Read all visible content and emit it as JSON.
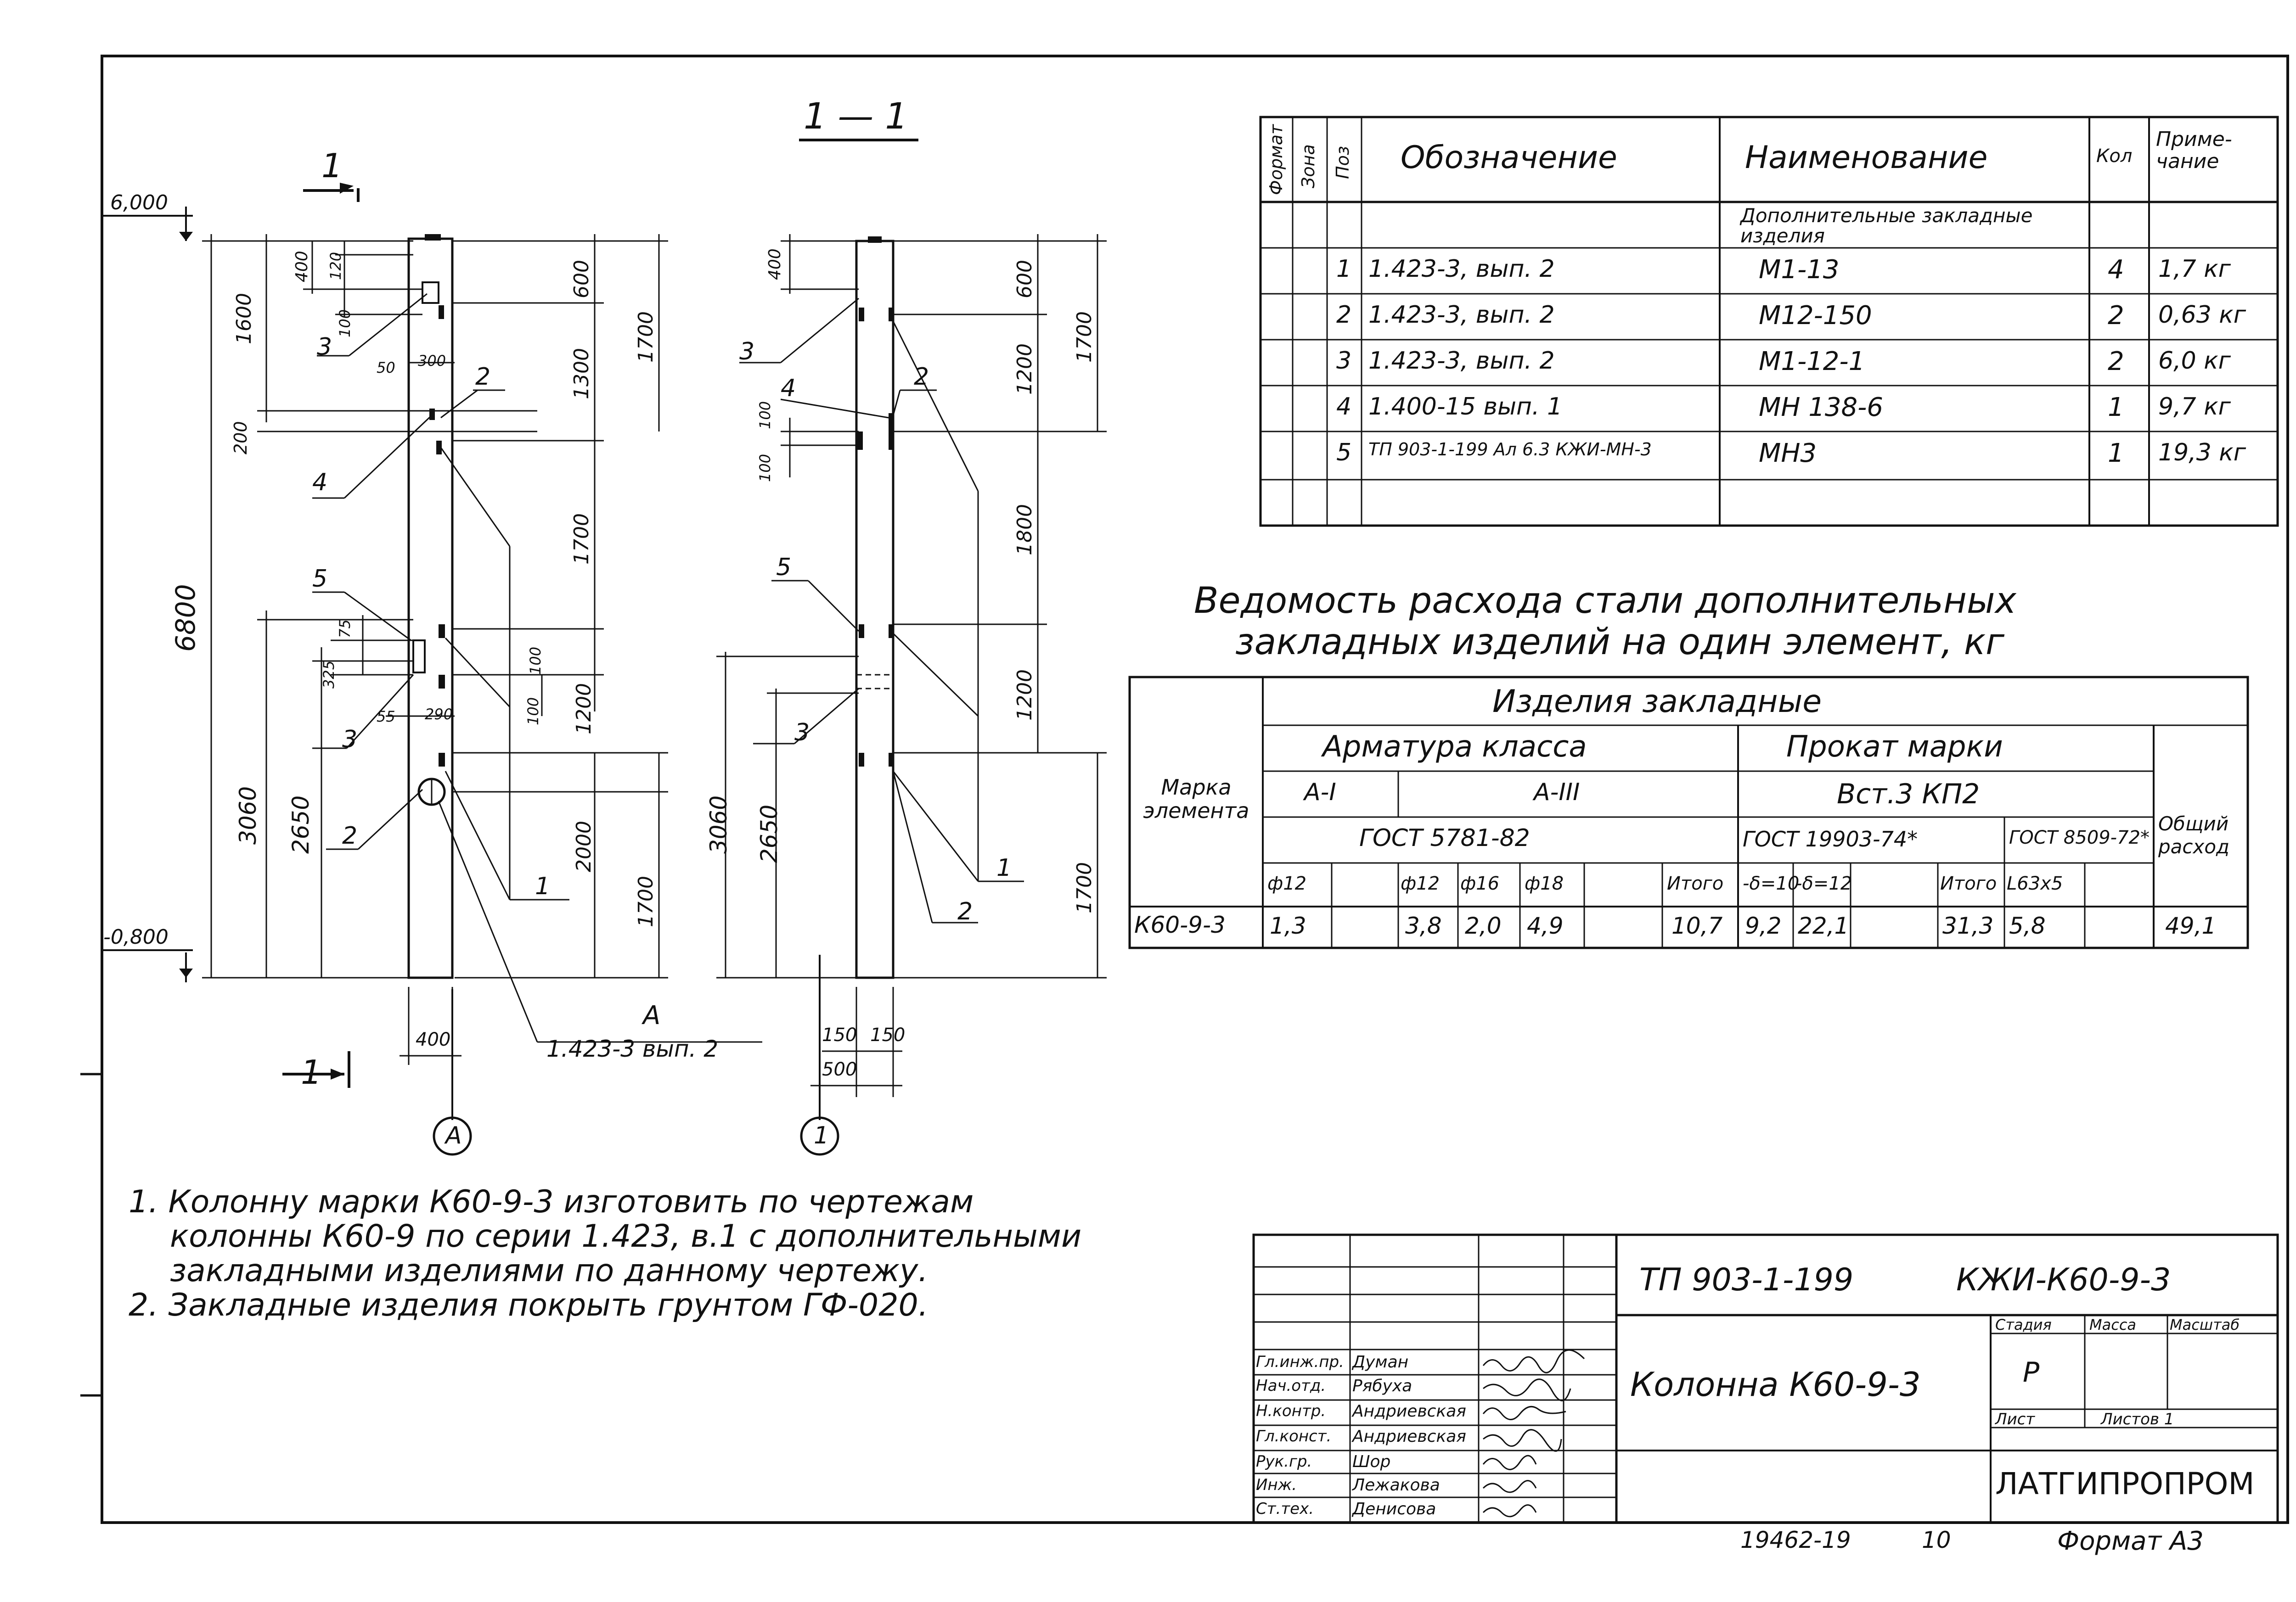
{
  "drawing": {
    "section_title": "1 — 1",
    "section_mark": "1",
    "axis_a": "А",
    "axis_1": "1",
    "level_top": "6,000",
    "level_bottom": "-0,800",
    "callout_a_letter": "А",
    "callout_a_ref": "1.423-3 вып. 2",
    "left_dims": {
      "d6800": "6800",
      "d1600": "1600",
      "d200": "200",
      "d3060": "3060",
      "d2650": "2650",
      "d400": "400",
      "d120": "120",
      "d100": "100",
      "d50": "50",
      "d300": "300",
      "d75": "75",
      "d325": "325",
      "d55": "55",
      "d290": "290",
      "d100b": "100",
      "r600": "600",
      "r1300": "1300",
      "r1700": "1700",
      "r1700b": "1700",
      "r1200": "1200",
      "r2000": "2000",
      "r1700c": "1700",
      "r100": "100",
      "w400": "400"
    },
    "right_dims": {
      "d400": "400",
      "d100a": "100",
      "d100b": "100",
      "d3060": "3060",
      "d2650": "2650",
      "r600": "600",
      "r1700": "1700",
      "r1200": "1200",
      "r1800": "1800",
      "r1200b": "1200",
      "r1700b": "1700",
      "w150a": "150",
      "w150b": "150",
      "w500": "500"
    },
    "positions": {
      "p1": "1",
      "p2": "2",
      "p3": "3",
      "p4": "4",
      "p5": "5"
    }
  },
  "spec_table": {
    "headers": {
      "format": "Формат",
      "zone": "Зона",
      "pos": "Поз",
      "designation": "Обозначение",
      "name": "Наименование",
      "qty": "Кол",
      "note": "Приме-чание"
    },
    "section_title": "Дополнительные закладные изделия",
    "rows": [
      {
        "pos": "1",
        "designation": "1.423-3, вып. 2",
        "name": "М1-13",
        "qty": "4",
        "note": "1,7 кг"
      },
      {
        "pos": "2",
        "designation": "1.423-3, вып. 2",
        "name": "М12-150",
        "qty": "2",
        "note": "0,63 кг"
      },
      {
        "pos": "3",
        "designation": "1.423-3, вып. 2",
        "name": "М1-12-1",
        "qty": "2",
        "note": "6,0 кг"
      },
      {
        "pos": "4",
        "designation": "1.400-15 вып. 1",
        "name": "МН 138-6",
        "qty": "1",
        "note": "9,7 кг"
      },
      {
        "pos": "5",
        "designation": "ТП 903-1-199 Ал 6.3 КЖИ-МН-3",
        "name": "МН3",
        "qty": "1",
        "note": "19,3 кг"
      }
    ]
  },
  "steel_table": {
    "title_line1": "Ведомость расхода стали дополнительных",
    "title_line2": "закладных изделий на один элемент, кг",
    "h_izdelia": "Изделия закладные",
    "h_armatura": "Арматура класса",
    "h_prokat": "Прокат марки",
    "h_a1": "А-I",
    "h_a3": "А-III",
    "h_vst": "Вст.3 КП2",
    "h_marka": "Марка элемента",
    "h_gost1": "ГОСТ 5781-82",
    "h_gost2": "ГОСТ 19903-74*",
    "h_gost3": "ГОСТ 8509-72*",
    "h_total": "Общий расход",
    "sub": [
      "ф12",
      "ф12",
      "ф16",
      "ф18",
      "",
      "Итого",
      "-δ=10",
      "-δ=12",
      "",
      "Итого",
      "L63x5",
      ""
    ],
    "row": {
      "marka": "К60-9-3",
      "values": [
        "1,3",
        "",
        "3,8",
        "2,0",
        "4,9",
        "",
        "10,7",
        "9,2",
        "22,1",
        "",
        "31,3",
        "5,8",
        "",
        "49,1"
      ]
    }
  },
  "notes": [
    "1. Колонну марки К60-9-3 изготовить по чертежам",
    "колонны К60-9 по серии 1.423, в.1 с дополнительными",
    "закладными изделиями по данному чертежу.",
    "2. Закладные изделия покрыть грунтом ГФ-020."
  ],
  "title_block": {
    "code": "ТП 903-1-199",
    "sheet_code": "КЖИ-К60-9-3",
    "name": "Колонна К60-9-3",
    "stage_label": "Стадия",
    "mass_label": "Масса",
    "scale_label": "Масштаб",
    "stage_value": "Р",
    "sheet_label": "Лист",
    "sheets_label": "Листов 1",
    "org": "ЛАТГИПРОПРОМ",
    "people": [
      {
        "role": "Гл.инж.пр.",
        "name": "Думан"
      },
      {
        "role": "Нач.отд.",
        "name": "Рябуха"
      },
      {
        "role": "Н.контр.",
        "name": "Андриевская"
      },
      {
        "role": "Гл.конст.",
        "name": "Андриевская"
      },
      {
        "role": "Рук.гр.",
        "name": "Шор"
      },
      {
        "role": "Инж.",
        "name": "Лежакова"
      },
      {
        "role": "Ст.тех.",
        "name": "Денисова"
      }
    ],
    "footer_num": "19462-19",
    "footer_sheet": "10",
    "format": "Формат А3"
  }
}
